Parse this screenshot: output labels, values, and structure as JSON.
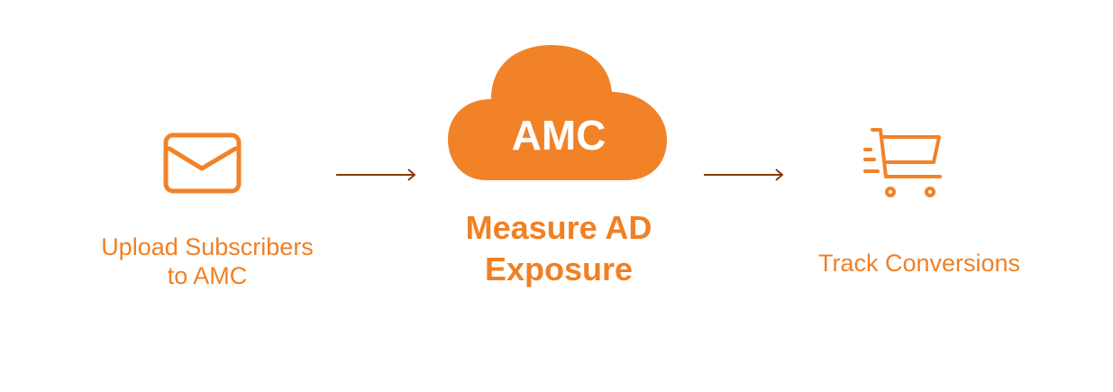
{
  "colors": {
    "accent": "#F28227",
    "arrow": "#8B3A0E"
  },
  "steps": [
    {
      "icon": "envelope-icon",
      "label_line1": "Upload Subscribers",
      "label_line2": "to AMC"
    },
    {
      "icon": "cloud-icon",
      "badge": "AMC",
      "label_line1": "Measure AD",
      "label_line2": "Exposure"
    },
    {
      "icon": "shopping-cart-icon",
      "label_line1": "Track Conversions"
    }
  ]
}
